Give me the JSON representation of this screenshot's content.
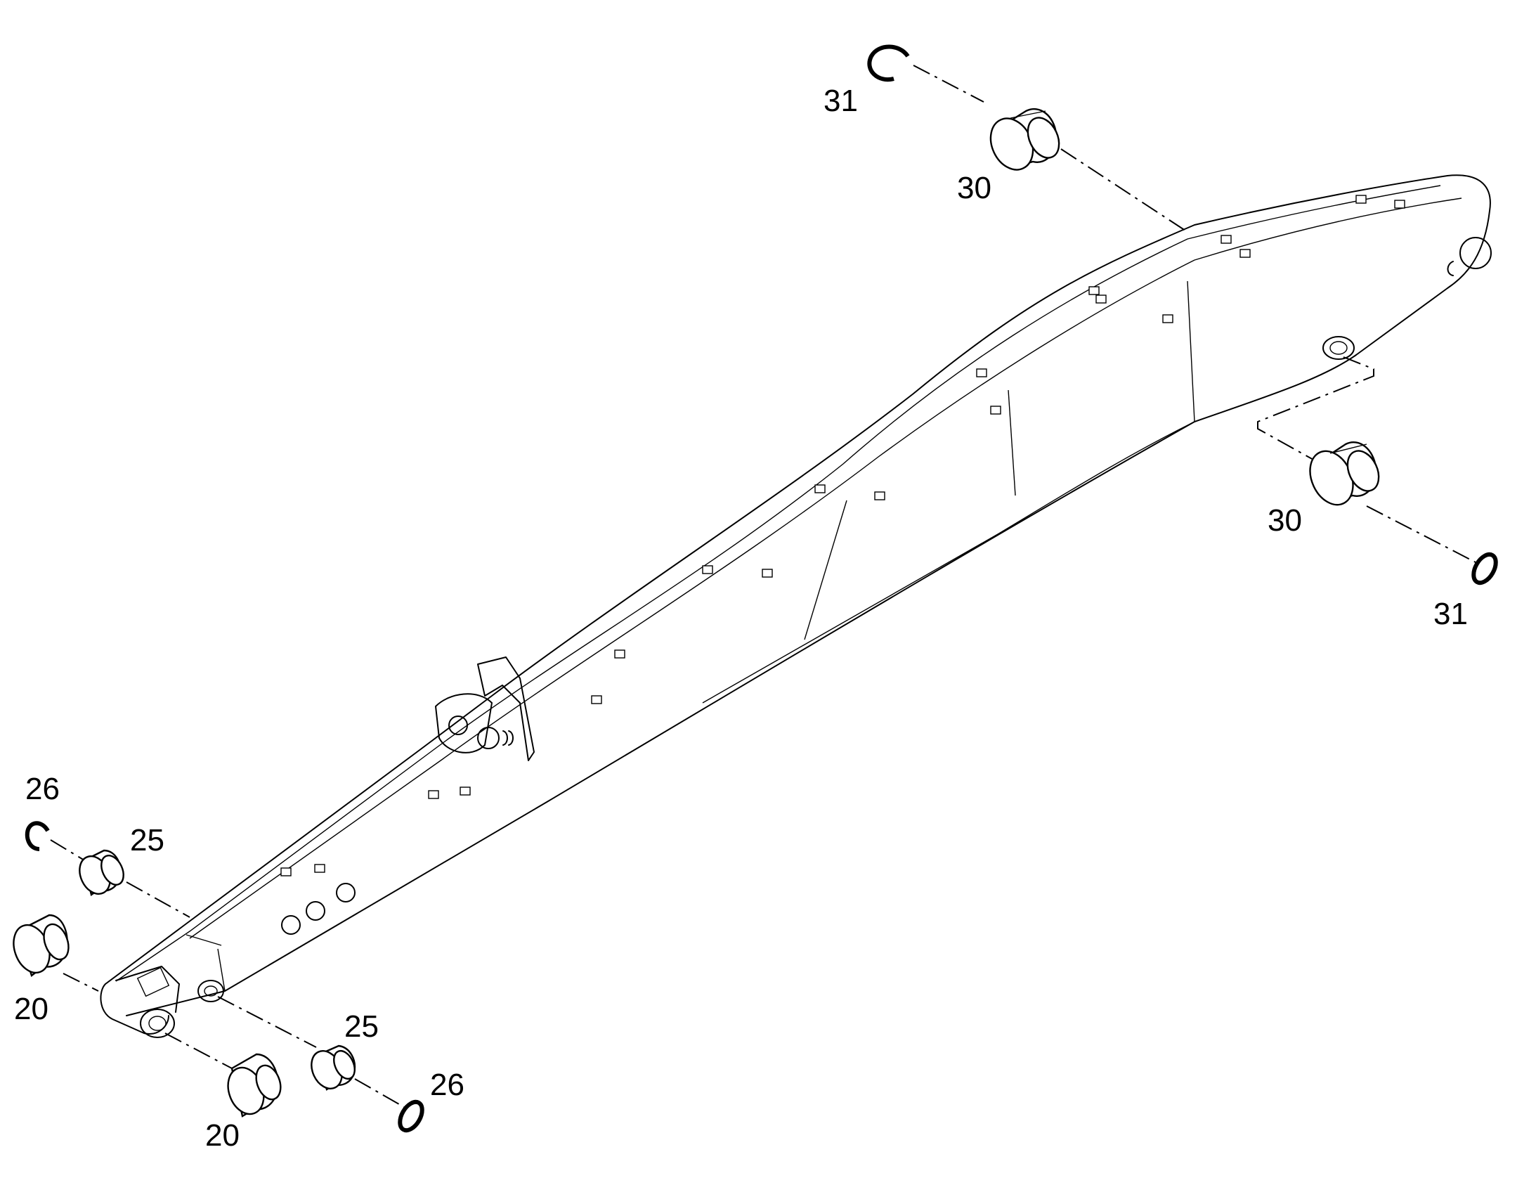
{
  "diagram": {
    "labels": {
      "top_31": "31",
      "top_30": "30",
      "right_30": "30",
      "right_31": "31",
      "left_26": "26",
      "left_25": "25",
      "left_20": "20",
      "bottom_25": "25",
      "bottom_26": "26",
      "bottom_20": "20"
    }
  }
}
